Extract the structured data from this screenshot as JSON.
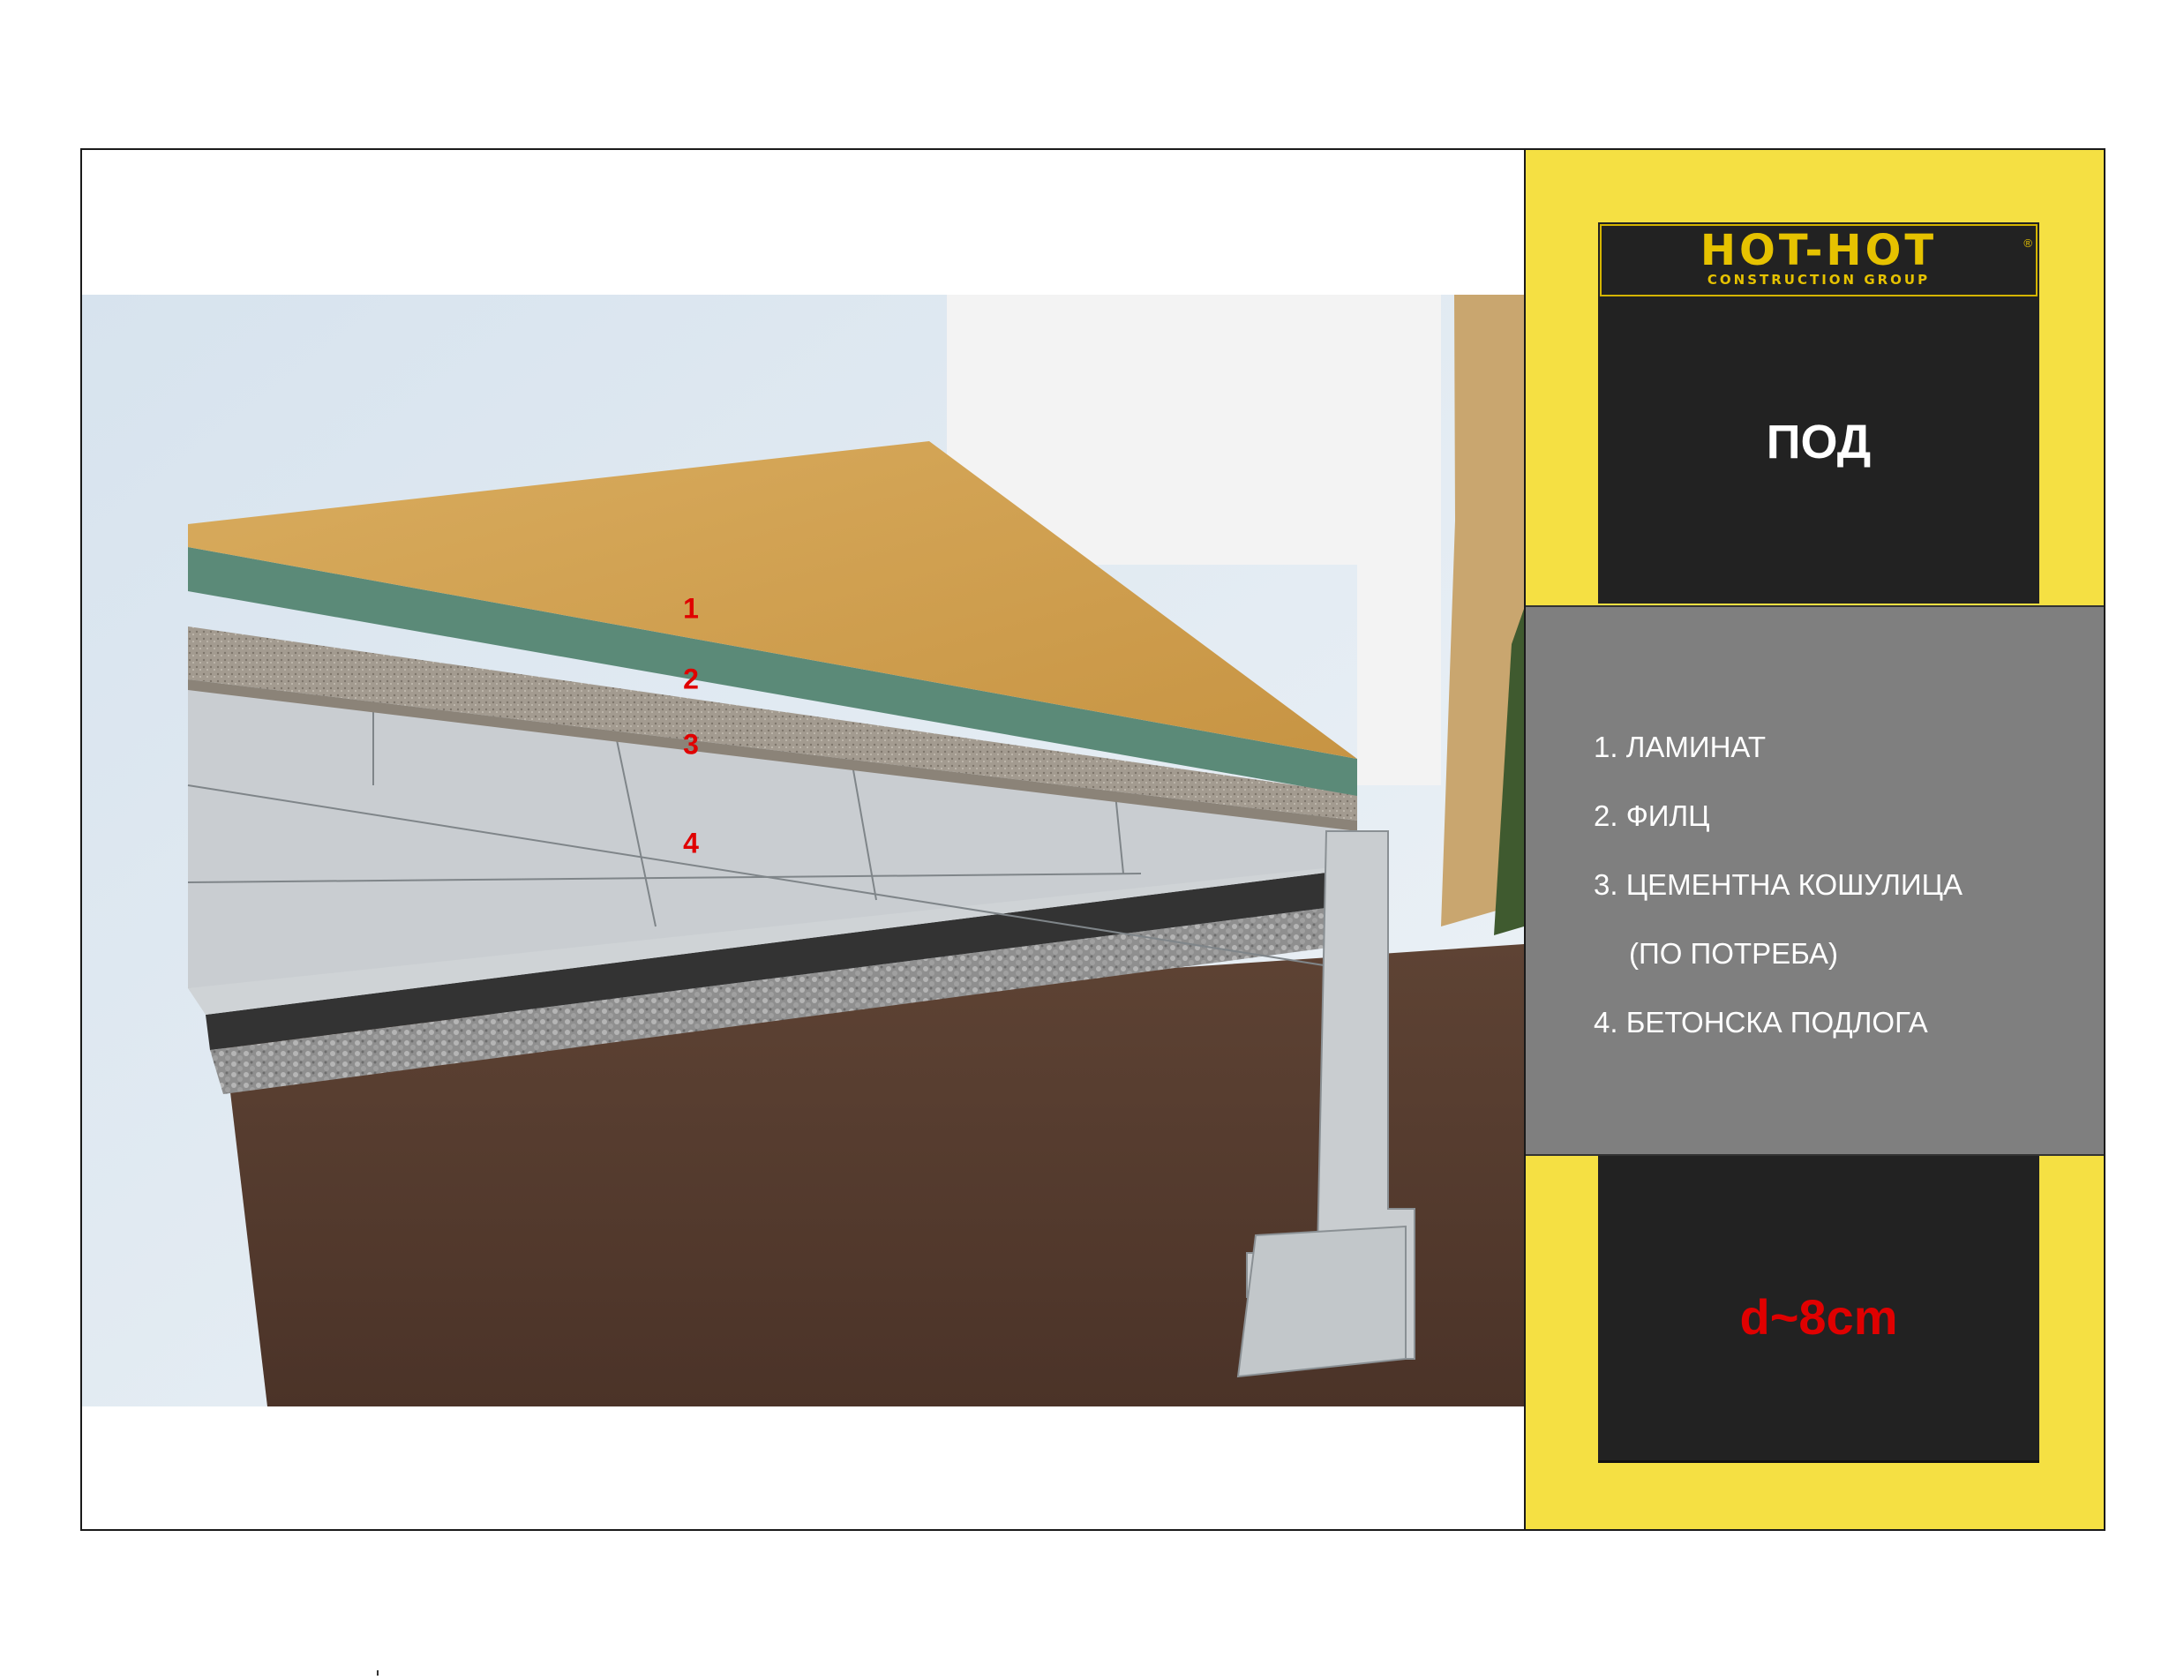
{
  "logo": {
    "main": "HOT-HOT",
    "sub": "CONSTRUCTION GROUP",
    "reg": "®"
  },
  "title": "ПОД",
  "labels": [
    "1",
    "2",
    "3",
    "4"
  ],
  "legend": [
    "1. ЛАМИНАТ",
    "2. ФИЛЦ",
    "3. ЦЕМЕНТНА КОШУЛИЦА",
    "(ПО ПОТРЕБА)",
    "4. БЕТОНСКА ПОДЛОГА"
  ],
  "thickness": "d~8cm",
  "colors": {
    "yellow": "#f5e043",
    "black": "#222222",
    "grey": "#7f7f7f",
    "label_red": "#e00000"
  }
}
